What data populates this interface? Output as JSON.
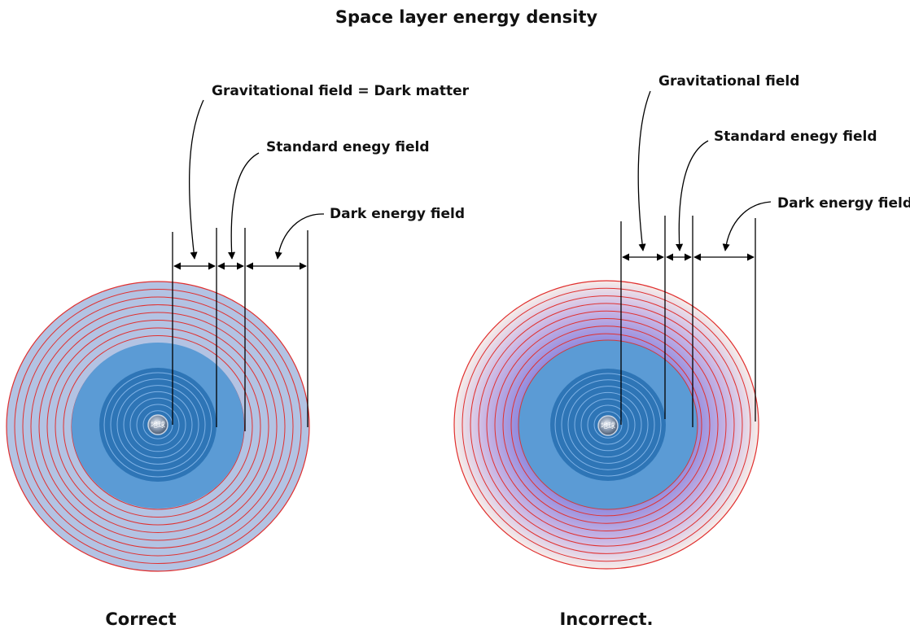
{
  "title": "Space layer energy density",
  "core_label": "地球",
  "diagrams": [
    {
      "caption": "Correct",
      "labels": {
        "gravitational": "Gravitational field = Dark matter",
        "standard": "Standard enegy field",
        "dark": "Dark energy field"
      }
    },
    {
      "caption": "Incorrect.",
      "labels": {
        "gravitational": "Gravitational field",
        "standard": "Standard enegy field",
        "dark": "Dark energy field"
      }
    }
  ],
  "colors": {
    "outer_fill_correct": "#b3c3e3",
    "inner_fill": "#5b9bd5",
    "deep_fill": "#2e75b6",
    "ring_stroke": "#e03030",
    "inner_ring_stroke": "#7fb2e6",
    "core": "#7f8fa6"
  }
}
